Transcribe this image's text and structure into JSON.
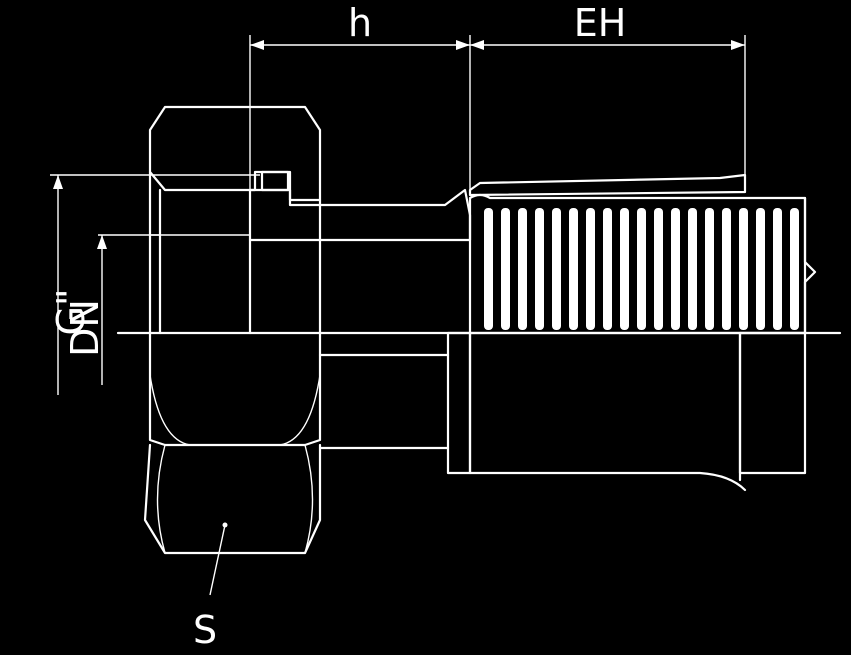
{
  "diagram": {
    "labels": {
      "h": "h",
      "eh": "EH",
      "g": "G\"",
      "dn": "DN",
      "s": "S"
    },
    "colors": {
      "background": "#000000",
      "line": "#ffffff"
    }
  }
}
